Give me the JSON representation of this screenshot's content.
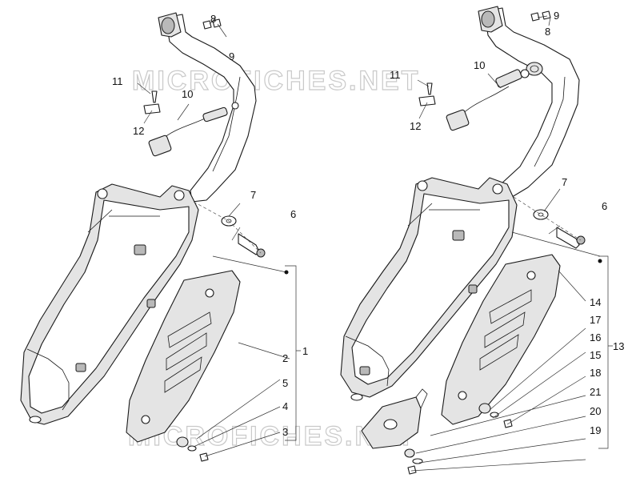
{
  "watermark": "MICROFICHES.NET",
  "left_assembly": {
    "labels": {
      "p1": "1",
      "p2": "2",
      "p3": "3",
      "p4": "4",
      "p5": "5",
      "p6": "6",
      "p7": "7",
      "p8": "8",
      "p9": "9",
      "p10": "10",
      "p11": "11",
      "p12": "12"
    }
  },
  "right_assembly": {
    "labels": {
      "p6": "6",
      "p7": "7",
      "p8": "8",
      "p9": "9",
      "p10": "10",
      "p11": "11",
      "p12": "12",
      "p13": "13",
      "p14": "14",
      "p15": "15",
      "p16": "16",
      "p17": "17",
      "p18": "18",
      "p19": "19",
      "p20": "20",
      "p21": "21"
    }
  }
}
